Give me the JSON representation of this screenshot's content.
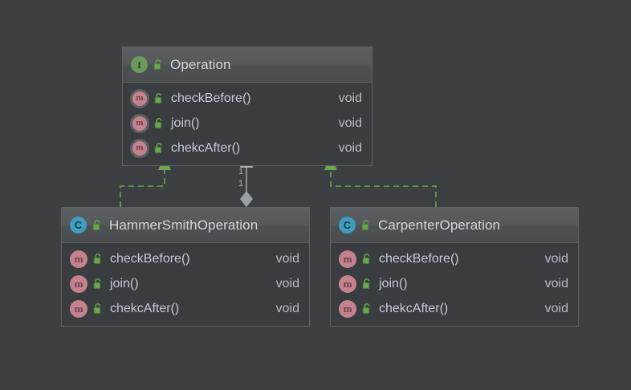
{
  "diagram": {
    "type": "uml-class-diagram",
    "background_color": "#3c4043",
    "nodes": [
      {
        "id": "operation",
        "stereotype": "interface",
        "type_icon": "interface-icon",
        "visibility_icon": "public-unlocked-icon",
        "name": "Operation",
        "members": [
          {
            "icon": "abstract-method-icon",
            "visibility_icon": "public-unlocked-icon",
            "name": "checkBefore()",
            "type": "void"
          },
          {
            "icon": "abstract-method-icon",
            "visibility_icon": "public-unlocked-icon",
            "name": "join()",
            "type": "void"
          },
          {
            "icon": "abstract-method-icon",
            "visibility_icon": "public-unlocked-icon",
            "name": "chekcAfter()",
            "type": "void"
          }
        ]
      },
      {
        "id": "hammersmith",
        "stereotype": "class",
        "type_icon": "class-icon",
        "visibility_icon": "public-unlocked-icon",
        "name": "HammerSmithOperation",
        "members": [
          {
            "icon": "method-icon",
            "visibility_icon": "public-unlocked-icon",
            "name": "checkBefore()",
            "type": "void"
          },
          {
            "icon": "method-icon",
            "visibility_icon": "public-unlocked-icon",
            "name": "join()",
            "type": "void"
          },
          {
            "icon": "method-icon",
            "visibility_icon": "public-unlocked-icon",
            "name": "chekcAfter()",
            "type": "void"
          }
        ]
      },
      {
        "id": "carpenter",
        "stereotype": "class",
        "type_icon": "class-icon",
        "visibility_icon": "public-unlocked-icon",
        "name": "CarpenterOperation",
        "members": [
          {
            "icon": "method-icon",
            "visibility_icon": "public-unlocked-icon",
            "name": "checkBefore()",
            "type": "void"
          },
          {
            "icon": "method-icon",
            "visibility_icon": "public-unlocked-icon",
            "name": "join()",
            "type": "void"
          },
          {
            "icon": "method-icon",
            "visibility_icon": "public-unlocked-icon",
            "name": "chekcAfter()",
            "type": "void"
          }
        ]
      }
    ],
    "edges": [
      {
        "id": "realization-hammersmith",
        "kind": "realization",
        "style": "dashed",
        "color": "#6aa84f",
        "arrow": "solid-triangle",
        "from": "hammersmith",
        "to": "operation"
      },
      {
        "id": "realization-carpenter",
        "kind": "realization",
        "style": "dashed",
        "color": "#6aa84f",
        "arrow": "solid-triangle",
        "from": "carpenter",
        "to": "operation"
      },
      {
        "id": "aggregation-hammersmith-operation",
        "kind": "aggregation",
        "style": "solid",
        "color": "#9aa1a6",
        "arrow": "hollow-triangle",
        "tail": "filled-diamond",
        "from": "hammersmith",
        "to": "operation",
        "source_multiplicity": "1",
        "target_multiplicity": "1"
      }
    ],
    "multiplicity_labels": [
      {
        "id": "mult-top",
        "text": "1"
      },
      {
        "id": "mult-bottom",
        "text": "1"
      }
    ]
  }
}
